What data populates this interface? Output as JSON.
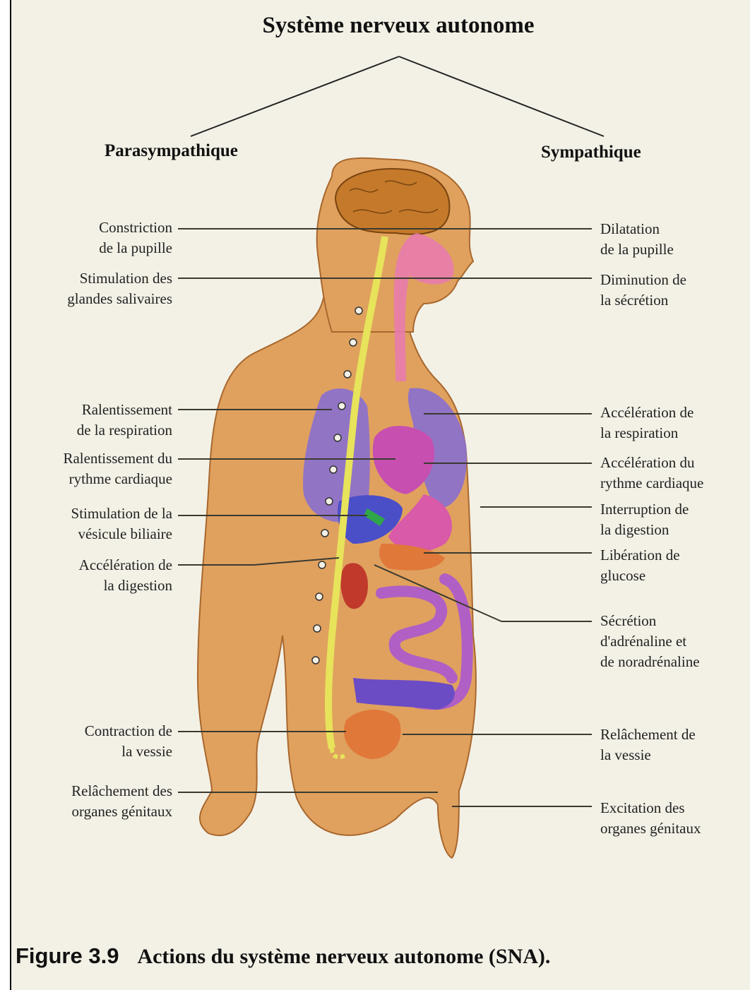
{
  "title": "Système nerveux autonome",
  "branches": {
    "left": "Parasympathique",
    "right": "Sympathique"
  },
  "parasympathetic_labels": [
    {
      "line1": "Constriction",
      "line2": "de la pupille"
    },
    {
      "line1": "Stimulation des",
      "line2": "glandes salivaires"
    },
    {
      "line1": "Ralentissement",
      "line2": "de la respiration"
    },
    {
      "line1": "Ralentissement du",
      "line2": "rythme cardiaque"
    },
    {
      "line1": "Stimulation de la",
      "line2": "vésicule biliaire"
    },
    {
      "line1": "Accélération de",
      "line2": "la digestion"
    },
    {
      "line1": "Contraction de",
      "line2": "la vessie"
    },
    {
      "line1": "Relâchement des",
      "line2": "organes génitaux"
    }
  ],
  "sympathetic_labels": [
    {
      "line1": "Dilatation",
      "line2": "de la pupille"
    },
    {
      "line1": "Diminution de",
      "line2": "la sécrétion"
    },
    {
      "line1": "Accélération de",
      "line2": "la respiration"
    },
    {
      "line1": "Accélération du",
      "line2": "rythme cardiaque"
    },
    {
      "line1": "Interruption de",
      "line2": "la digestion"
    },
    {
      "line1": "Libération de",
      "line2": "glucose"
    },
    {
      "line1": "Sécrétion",
      "line2": "d'adrénaline et",
      "line3": "de noradrénaline"
    },
    {
      "line1": "Relâchement de",
      "line2": "la vessie"
    },
    {
      "line1": "Excitation des",
      "line2": "organes génitaux"
    }
  ],
  "caption": {
    "figure": "Figure 3.9",
    "text": "Actions du système nerveux autonome (SNA)."
  },
  "colors": {
    "background": "#f3f1e6",
    "skin": "#e0a15e",
    "nerve": "#e7e35a",
    "lungs": "#8a6fd0",
    "brain": "#c47a2a",
    "intestine": "#b05fc4",
    "leader_line": "#3a3a30"
  }
}
